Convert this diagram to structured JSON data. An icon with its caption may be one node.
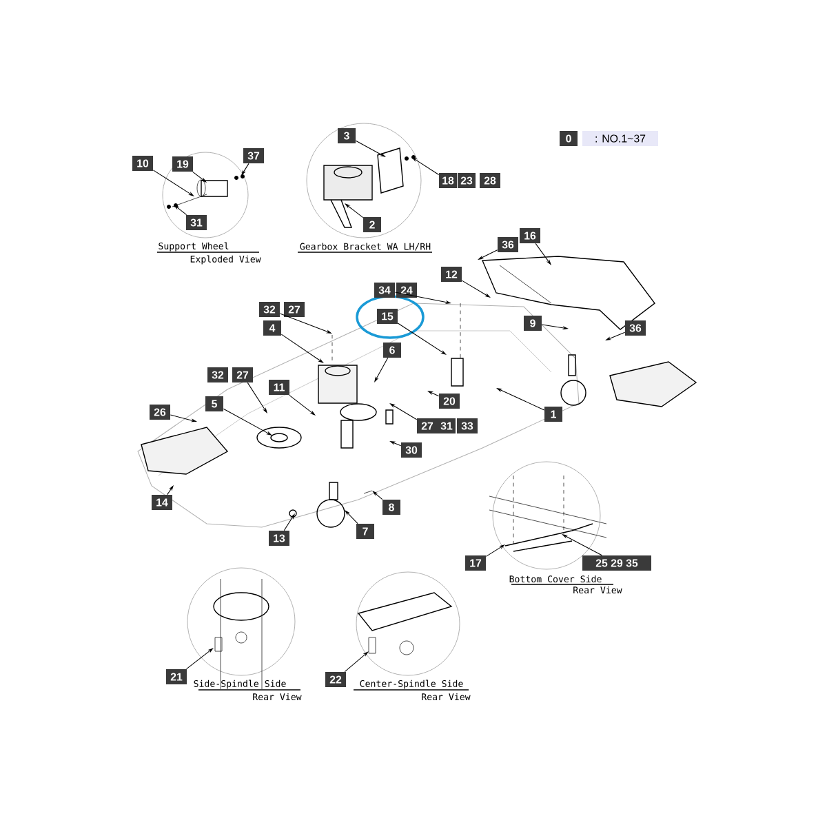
{
  "diagram": {
    "nodes": [
      {
        "text": [
          "0"
        ]
      },
      {
        "text": [
          ": NO.1~37"
        ]
      },
      {
        "text": [
          "3"
        ]
      },
      {
        "text": [
          "10"
        ]
      },
      {
        "text": [
          "19"
        ]
      },
      {
        "text": [
          "37"
        ]
      },
      {
        "text": [
          "18"
        ]
      },
      {
        "text": [
          "23"
        ]
      },
      {
        "text": [
          "28"
        ]
      },
      {
        "text": [
          "31"
        ]
      },
      {
        "text": [
          "2"
        ]
      },
      {
        "text": [
          "36"
        ]
      },
      {
        "text": [
          "16"
        ]
      },
      {
        "text": [
          "12"
        ]
      },
      {
        "text": [
          "34"
        ]
      },
      {
        "text": [
          "24"
        ]
      },
      {
        "text": [
          "32"
        ]
      },
      {
        "text": [
          "27"
        ]
      },
      {
        "text": [
          "15"
        ]
      },
      {
        "text": [
          "9"
        ]
      },
      {
        "text": [
          "36"
        ]
      },
      {
        "text": [
          "4"
        ]
      },
      {
        "text": [
          "6"
        ]
      },
      {
        "text": [
          "32"
        ]
      },
      {
        "text": [
          "27"
        ]
      },
      {
        "text": [
          "11"
        ]
      },
      {
        "text": [
          "5"
        ]
      },
      {
        "text": [
          "26"
        ]
      },
      {
        "text": [
          "20"
        ]
      },
      {
        "text": [
          "1"
        ]
      },
      {
        "text": [
          "27"
        ]
      },
      {
        "text": [
          "31"
        ]
      },
      {
        "text": [
          "33"
        ]
      },
      {
        "text": [
          "30"
        ]
      },
      {
        "text": [
          "14"
        ]
      },
      {
        "text": [
          "8"
        ]
      },
      {
        "text": [
          "7"
        ]
      },
      {
        "text": [
          "13"
        ]
      },
      {
        "text": [
          "17"
        ]
      },
      {
        "text": [
          "25 29 35"
        ]
      },
      {
        "text": [
          "21"
        ]
      },
      {
        "text": [
          "22"
        ]
      }
    ],
    "edges": [
      {
        "from": 3,
        "to": null,
        "arrow": "to"
      },
      {
        "from": 4,
        "to": null,
        "arrow": "to"
      },
      {
        "from": 5,
        "to": null,
        "arrow": "to"
      },
      {
        "from": 9,
        "to": null,
        "arrow": "to"
      },
      {
        "from": 2,
        "to": null,
        "arrow": "to"
      },
      {
        "from": 6,
        "to": null,
        "arrow": "to"
      },
      {
        "from": 10,
        "to": null,
        "arrow": "to"
      },
      {
        "from": 11,
        "to": null,
        "arrow": "to"
      },
      {
        "from": 12,
        "to": null,
        "arrow": "to"
      },
      {
        "from": 13,
        "to": null,
        "arrow": "to"
      },
      {
        "from": 14,
        "to": null,
        "arrow": "to"
      },
      {
        "from": 16,
        "to": null,
        "arrow": "to"
      },
      {
        "from": 21,
        "to": null,
        "arrow": "to"
      },
      {
        "from": 18,
        "to": null,
        "arrow": "to"
      },
      {
        "from": 22,
        "to": null,
        "arrow": "to"
      },
      {
        "from": 19,
        "to": null,
        "arrow": "to"
      },
      {
        "from": 20,
        "to": null,
        "arrow": "to"
      },
      {
        "from": 25,
        "to": null,
        "arrow": "to"
      },
      {
        "from": 24,
        "to": null,
        "arrow": "to"
      },
      {
        "from": 26,
        "to": null,
        "arrow": "to"
      },
      {
        "from": 27,
        "to": null,
        "arrow": "to"
      },
      {
        "from": 28,
        "to": null,
        "arrow": "to"
      },
      {
        "from": 29,
        "to": null,
        "arrow": "to"
      },
      {
        "from": 30,
        "to": null,
        "arrow": "to"
      },
      {
        "from": 33,
        "to": null,
        "arrow": "to"
      },
      {
        "from": 34,
        "to": null,
        "arrow": "to"
      },
      {
        "from": 35,
        "to": null,
        "arrow": "to"
      },
      {
        "from": 36,
        "to": null,
        "arrow": "to"
      },
      {
        "from": 37,
        "to": null,
        "arrow": "to"
      },
      {
        "from": 38,
        "to": null,
        "arrow": "to"
      },
      {
        "from": 39,
        "to": null,
        "arrow": "to"
      },
      {
        "from": 40,
        "to": null,
        "arrow": "to"
      },
      {
        "from": 41,
        "to": null,
        "arrow": "to"
      }
    ],
    "labels": [
      "Support Wheel",
      "Exploded View",
      "Gearbox Bracket WA LH/RH",
      "Bottom Cover Side",
      "Rear View",
      "Side-Spindle Side",
      "Rear View",
      "Center-Spindle Side",
      "Rear View"
    ]
  }
}
